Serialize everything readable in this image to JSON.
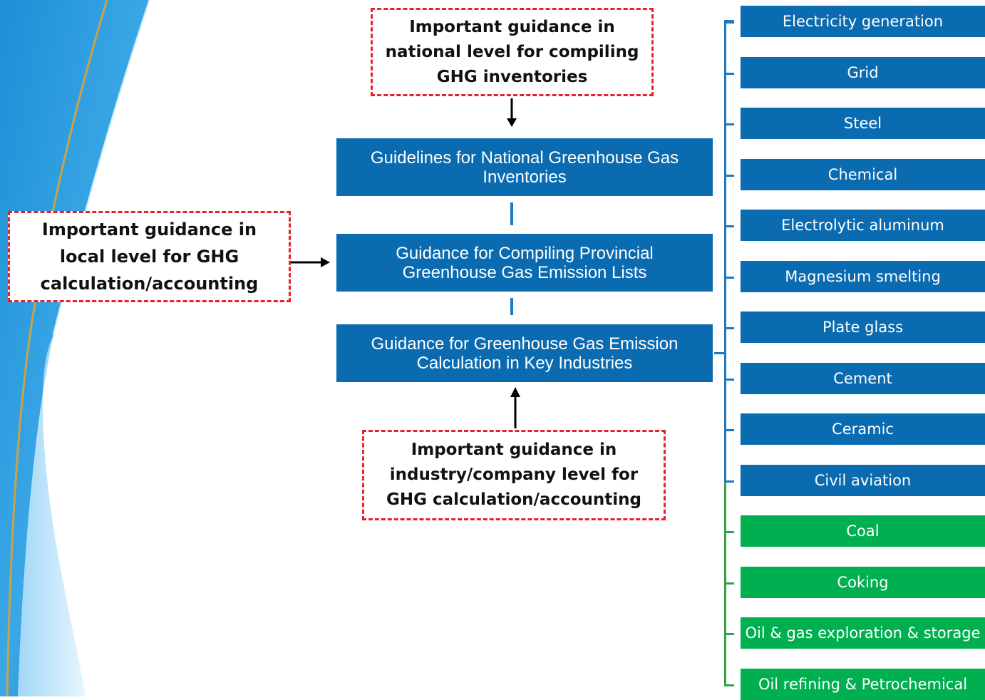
{
  "colors": {
    "main_box": "#0b6bb0",
    "industry_blue": "#0b6bb0",
    "industry_green": "#00b050",
    "dashed_border": "#e8202a",
    "bracket_blue": "#1c7ac4",
    "bracket_green": "#3aa047"
  },
  "notes": {
    "national": "Important guidance  in\nnational level for  compiling\nGHG inventories",
    "local": "Important guidance  in\nlocal level for GHG\ncalculation/accounting",
    "industry": "Important guidance  in\nindustry/company level for\nGHG  calculation/accounting"
  },
  "guidelines": [
    "Guidelines for National Greenhouse Gas\nInventories",
    "Guidance for Compiling Provincial\nGreenhouse Gas Emission Lists",
    "Guidance for Greenhouse Gas Emission\nCalculation in Key Industries"
  ],
  "industries": [
    {
      "label": "Electricity generation",
      "group": "blue"
    },
    {
      "label": "Grid",
      "group": "blue"
    },
    {
      "label": "Steel",
      "group": "blue"
    },
    {
      "label": "Chemical",
      "group": "blue"
    },
    {
      "label": "Electrolytic aluminum",
      "group": "blue"
    },
    {
      "label": "Magnesium smelting",
      "group": "blue"
    },
    {
      "label": "Plate glass",
      "group": "blue"
    },
    {
      "label": "Cement",
      "group": "blue"
    },
    {
      "label": "Ceramic",
      "group": "blue"
    },
    {
      "label": "Civil aviation",
      "group": "blue"
    },
    {
      "label": "Coal",
      "group": "green"
    },
    {
      "label": "Coking",
      "group": "green"
    },
    {
      "label": "Oil & gas exploration & storage",
      "group": "green"
    },
    {
      "label": "Oil refining & Petrochemical",
      "group": "green"
    }
  ]
}
